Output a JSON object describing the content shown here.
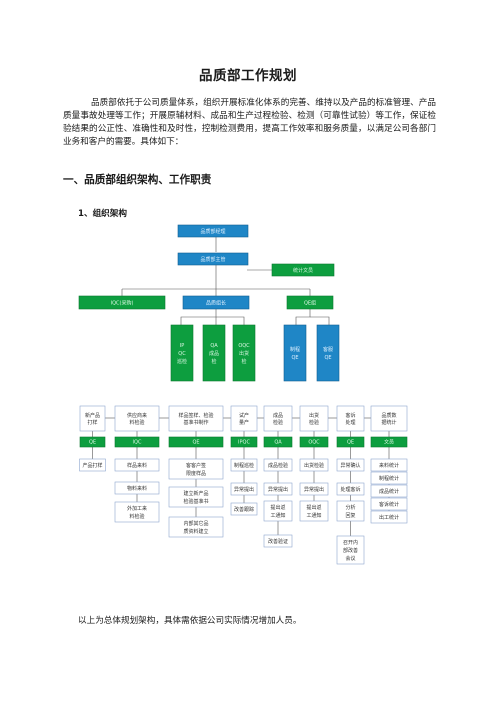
{
  "doc": {
    "title": "品质部工作规划",
    "intro": "品质部依托于公司质量体系，组织开展标准化体系的完善、维持以及产品的标准管理、产品质量事故处理等工作；开展原辅材料、成品和生产过程检验、检测（可靠性试验）等工作，保证检验结果的公正性、准确性和及时性，控制检测费用，提高工作效率和服务质量，以满足公司各部门业务和客户的需要。具体如下：",
    "section1": "一、品质部组织架构、工作职责",
    "section1_1": "1、组织架构",
    "footer": "以上为总体规划架构，具体需依据公司实际情况增加人员。"
  },
  "org": {
    "director": "品质部经理",
    "manager": "品质部主管",
    "assistant": "统计文员",
    "left_group": "IQC(采购)",
    "mid_group": "品质组长",
    "right_group": "QE组",
    "sub": [
      [
        "IP",
        "QC",
        "巡检"
      ],
      [
        "QA",
        "成品",
        "检"
      ],
      [
        "OQC",
        "出货",
        "检"
      ],
      [
        "制程",
        "QE"
      ],
      [
        "客服",
        "QE"
      ]
    ]
  },
  "flow": {
    "stages": [
      [
        "新产品",
        "打样"
      ],
      [
        "供应商来",
        "料检验"
      ],
      [
        "样品签样、检验",
        "基准书制作"
      ],
      [
        "试产",
        "量产"
      ],
      [
        "成品",
        "检验"
      ],
      [
        "出货",
        "检验"
      ],
      [
        "客诉",
        "处理"
      ],
      [
        "品质数",
        "据统计"
      ]
    ],
    "roles": [
      "QE",
      "IQC",
      "QE",
      "IPQC",
      "QA",
      "OQC",
      "QE",
      "文员"
    ],
    "tasks": [
      [
        [
          "产品打样"
        ]
      ],
      [
        [
          "样品来料"
        ],
        [
          "物料来料"
        ],
        [
          "外加工来",
          "料检验"
        ]
      ],
      [
        [
          "客客户签",
          "限度样品"
        ],
        [
          "建立新产品",
          "检验基准书"
        ],
        [
          "内部其它品",
          "质资料建立"
        ]
      ],
      [
        [
          "制程巡检"
        ],
        [
          "异常提出"
        ],
        [
          "改善跟踪"
        ]
      ],
      [
        [
          "成品检验"
        ],
        [
          "异常提出"
        ],
        [
          "提出返",
          "工通知"
        ],
        [
          "改善验证"
        ]
      ],
      [
        [
          "出货检验"
        ],
        [
          "异常提出"
        ],
        [
          "提出返",
          "工通知"
        ]
      ],
      [
        [
          "异常确认"
        ],
        [
          "处理客诉"
        ],
        [
          "分析",
          "回复"
        ],
        [
          "召开内",
          "部改善",
          "会议"
        ]
      ],
      [
        [
          "来料统计"
        ],
        [
          "制程统计"
        ],
        [
          "成品统计"
        ],
        [
          "客诉统计"
        ],
        [
          "出工统计"
        ]
      ]
    ]
  },
  "colors": {
    "org_blue": "#1f86c6",
    "green": "#0d9e3f",
    "box_border": "#8ea6cf",
    "line": "#555555"
  }
}
